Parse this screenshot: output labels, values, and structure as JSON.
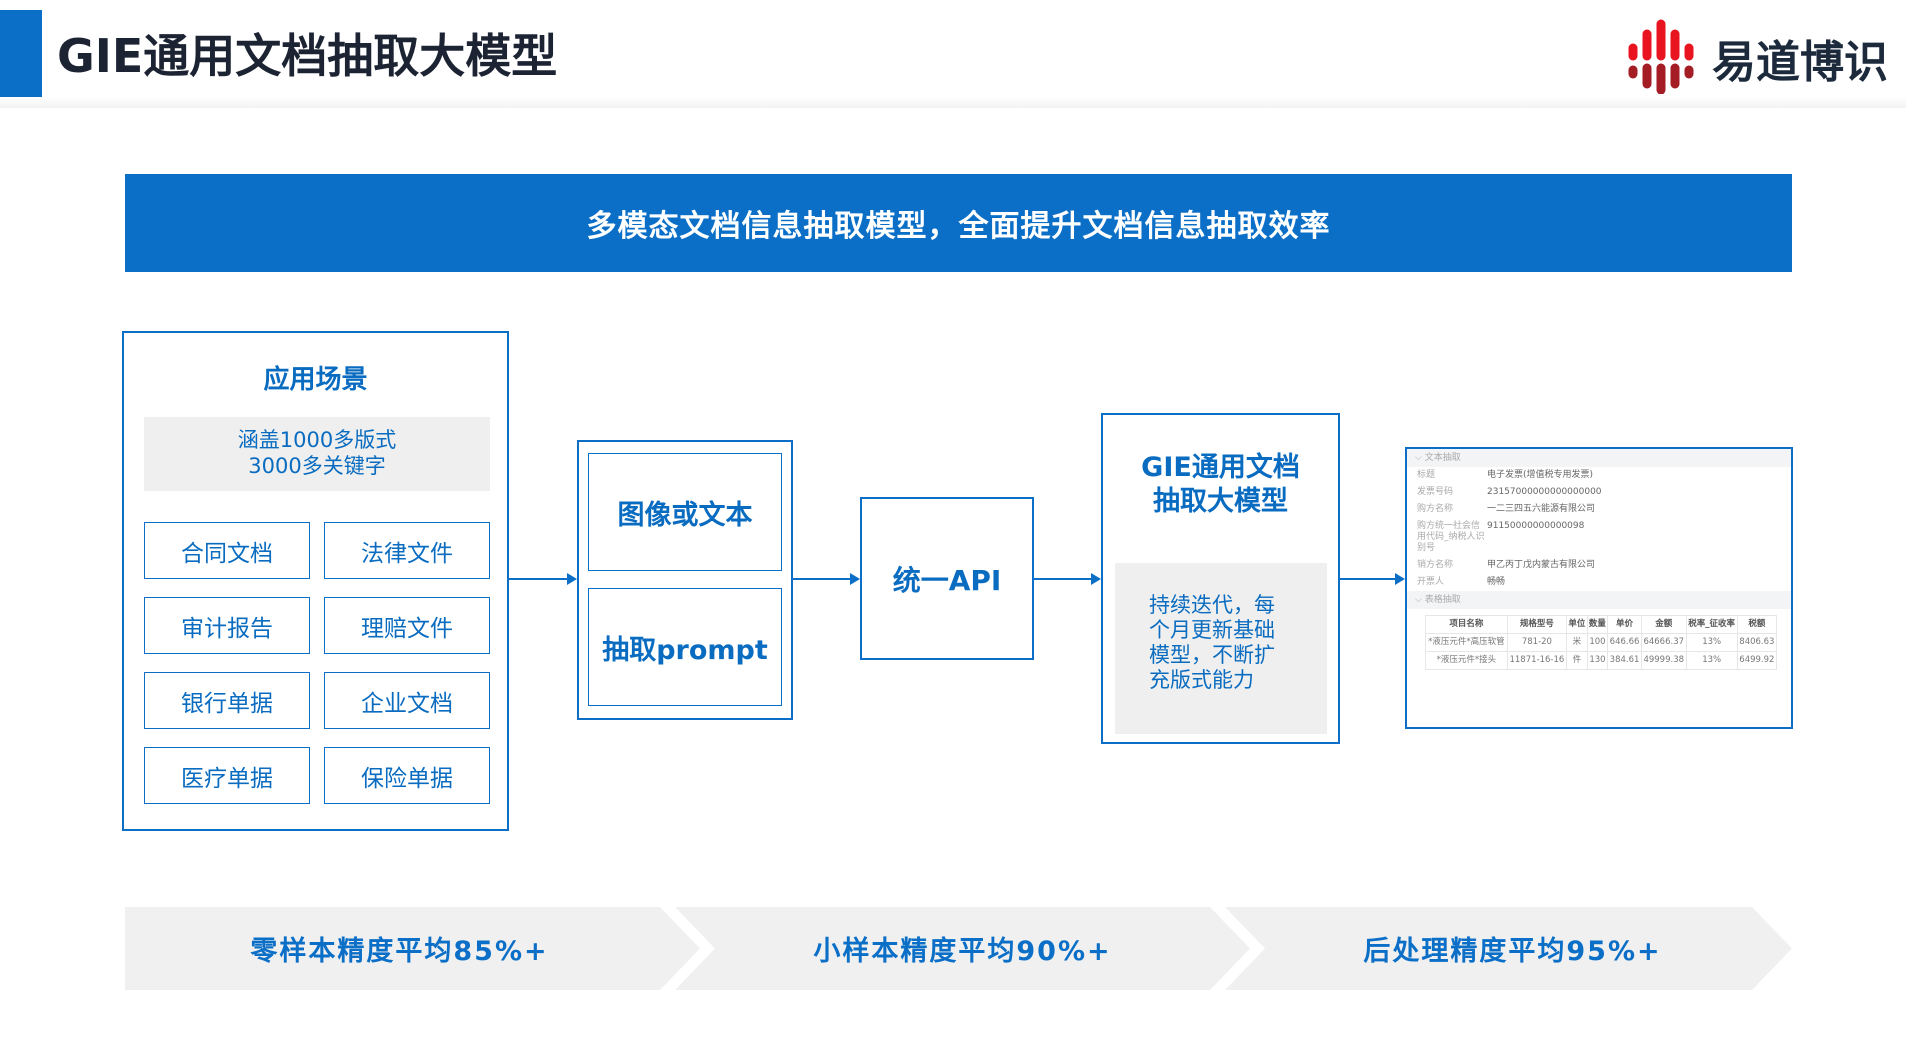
{
  "header": {
    "title": "GIE通用文档抽取大模型",
    "logo_text": "易道博识",
    "colors": {
      "accent": "#0b6fc7",
      "logo_red": "#e8141f"
    }
  },
  "banner": "多模态文档信息抽取模型，全面提升文档信息抽取效率",
  "scenarios": {
    "title": "应用场景",
    "coverage_line1": "涵盖1000多版式",
    "coverage_line2": "3000多关键字",
    "items": [
      "合同文档",
      "法律文件",
      "审计报告",
      "理赔文件",
      "银行单据",
      "企业文档",
      "医疗单据",
      "保险单据"
    ]
  },
  "inputs": {
    "image_or_text": "图像或文本",
    "prompt": "抽取prompt"
  },
  "api": "统一API",
  "model": {
    "title_line1": "GIE通用文档",
    "title_line2": "抽取大模型",
    "desc": "持续迭代，每个月更新基础模型，不断扩充版式能力"
  },
  "result": {
    "text_section": "文本抽取",
    "fields": [
      {
        "k": "标题",
        "v": "电子发票(增值税专用发票)"
      },
      {
        "k": "发票号码",
        "v": "23157000000000000000"
      },
      {
        "k": "购方名称",
        "v": "一二三四五六能源有限公司"
      },
      {
        "k": "购方统一社会信用代码_纳税人识别号",
        "v": "91150000000000098"
      },
      {
        "k": "销方名称",
        "v": "甲乙丙丁戊内蒙古有限公司"
      },
      {
        "k": "开票人",
        "v": "畅畅"
      }
    ],
    "table_section": "表格抽取",
    "columns": [
      "项目名称",
      "规格型号",
      "单位",
      "数量",
      "单价",
      "金额",
      "税率_征收率",
      "税额"
    ],
    "rows": [
      [
        "*液压元件*高压软管",
        "781-20",
        "米",
        "100",
        "646.66",
        "64666.37",
        "13%",
        "8406.63"
      ],
      [
        "*液压元件*接头",
        "11871-16-16",
        "件",
        "130",
        "384.61",
        "49999.38",
        "13%",
        "6499.92"
      ]
    ]
  },
  "metrics": [
    "零样本精度平均85%+",
    "小样本精度平均90%+",
    "后处理精度平均95%+"
  ]
}
